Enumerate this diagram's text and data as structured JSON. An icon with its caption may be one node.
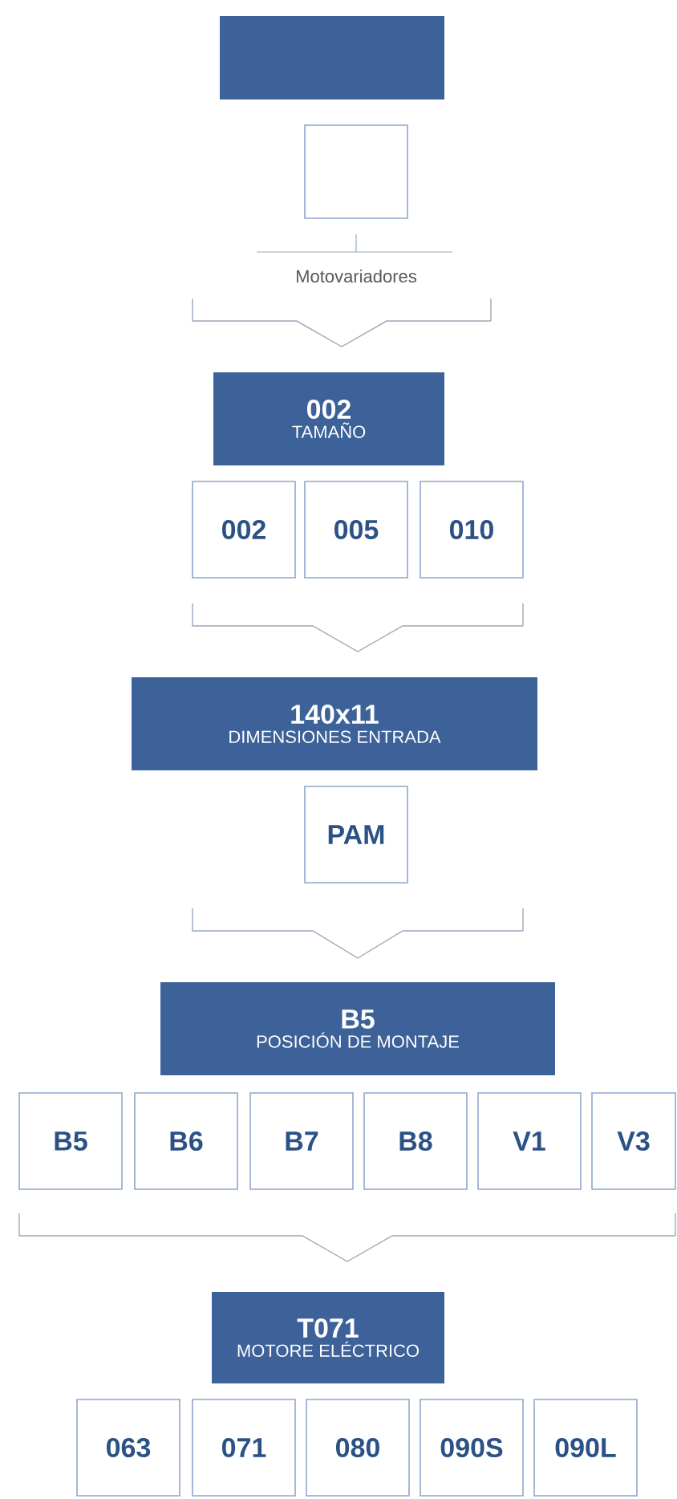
{
  "diagram": {
    "nodes": [
      {
        "text": [],
        "shape": "box"
      },
      {
        "text": [],
        "shape": "box"
      },
      {
        "text": [
          "002",
          "TAMAÑO"
        ]
      },
      {
        "text": [
          "002"
        ]
      },
      {
        "text": [
          "005"
        ]
      },
      {
        "text": [
          "010"
        ]
      },
      {
        "text": [
          "140x11",
          "DIMENSIONES ENTRADA"
        ]
      },
      {
        "text": [
          "PAM"
        ]
      },
      {
        "text": [
          "B5",
          "POSICIÓN DE MONTAJE"
        ]
      },
      {
        "text": [
          "B5"
        ]
      },
      {
        "text": [
          "B6"
        ]
      },
      {
        "text": [
          "B7"
        ]
      },
      {
        "text": [
          "B8"
        ]
      },
      {
        "text": [
          "V1"
        ]
      },
      {
        "text": [
          "V3"
        ]
      },
      {
        "text": [
          "T071",
          "MOTORE ELÉCTRICO"
        ]
      },
      {
        "text": [
          "063"
        ]
      },
      {
        "text": [
          "071"
        ]
      },
      {
        "text": [
          "080"
        ]
      },
      {
        "text": [
          "090S"
        ]
      },
      {
        "text": [
          "090L"
        ]
      }
    ],
    "labels": [
      "Motovariadores"
    ]
  }
}
